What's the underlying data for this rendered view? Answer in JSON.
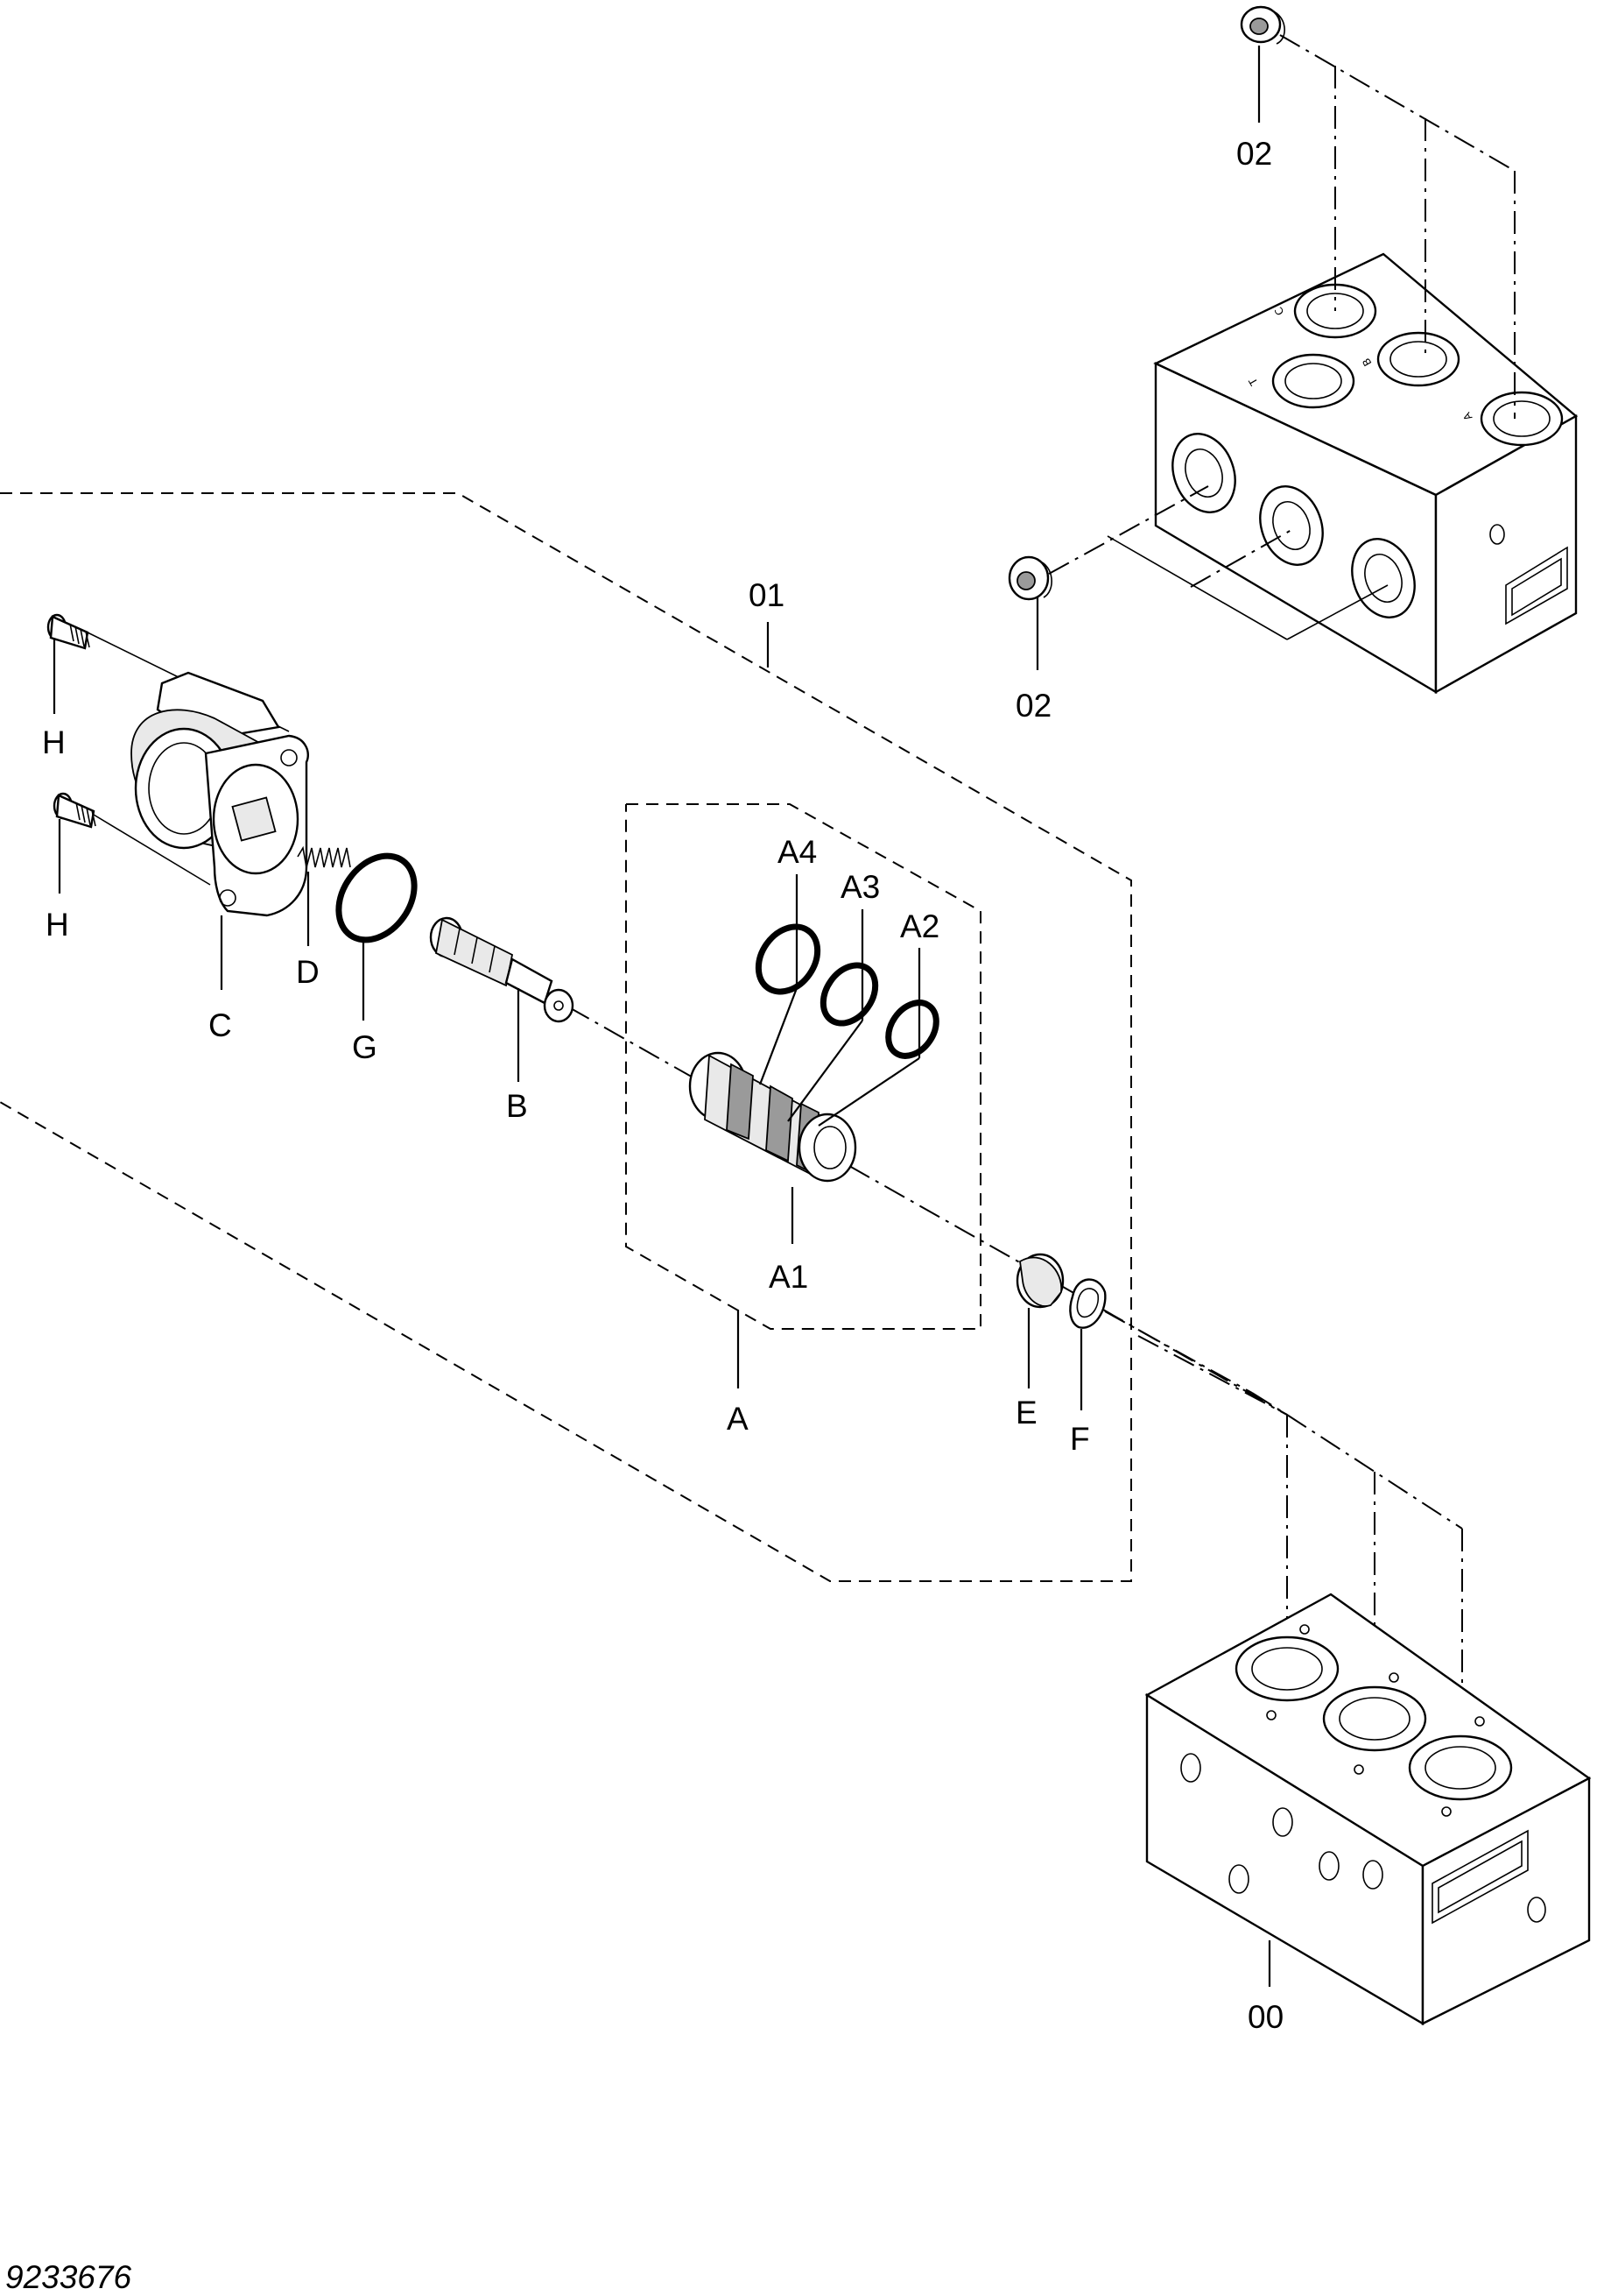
{
  "labels": {
    "kit_01": "01",
    "plug_02_top": "02",
    "plug_02_side": "02",
    "block_00": "00",
    "cartridge_A": "A",
    "sleeve_A1": "A1",
    "oring_A2": "A2",
    "oring_A3": "A3",
    "oring_A4": "A4",
    "spool_B": "B",
    "solenoid_C": "C",
    "spring_D": "D",
    "plug_E": "E",
    "ring_F": "F",
    "oring_G": "G",
    "screw_H_upper": "H",
    "screw_H_lower": "H"
  },
  "port_markings": {
    "port_C": "C",
    "port_T": "T",
    "port_B": "B",
    "port_A": "A"
  },
  "reference_number": "9233676"
}
